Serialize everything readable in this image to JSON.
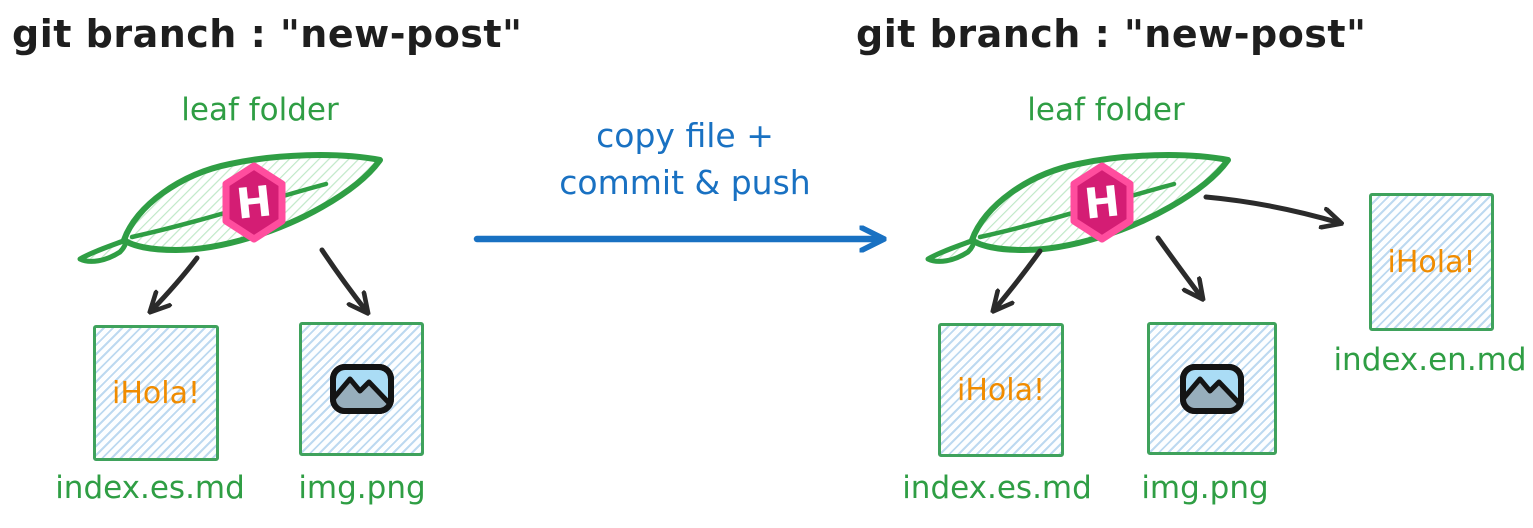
{
  "colors": {
    "ink": "#1e1e1e",
    "arrow_black": "#2b2b2b",
    "green": "#2f9e44",
    "leaf_hatch": "#c0e8c8",
    "box_border": "#3fa25c",
    "box_hatch": "#bdd9f0",
    "blue": "#1971c2",
    "orange": "#f08c00",
    "pink_outer": "#ff4d9e",
    "pink_inner": "#d41d74",
    "icon_ink": "#141414",
    "icon_sky": "#aadcf5",
    "icon_mountain": "#97aebc",
    "logo_letter": "#ffffff"
  },
  "left_panel": {
    "title": "git branch : \"new-post\"",
    "folder_label": "leaf folder",
    "logo_icon": "hugo-hexagon-h-icon",
    "logo_letter": "H",
    "files": [
      {
        "name": "index.es.md",
        "content": "iHola!"
      },
      {
        "name": "img.png",
        "icon": "image-icon"
      }
    ]
  },
  "transition": {
    "label_line1": "copy file +",
    "label_line2": "commit & push",
    "arrow_icon": "right-arrow-icon"
  },
  "right_panel": {
    "title": "git branch : \"new-post\"",
    "folder_label": "leaf folder",
    "logo_icon": "hugo-hexagon-h-icon",
    "logo_letter": "H",
    "files": [
      {
        "name": "index.es.md",
        "content": "iHola!"
      },
      {
        "name": "img.png",
        "icon": "image-icon"
      },
      {
        "name": "index.en.md",
        "content": "iHola!"
      }
    ]
  }
}
